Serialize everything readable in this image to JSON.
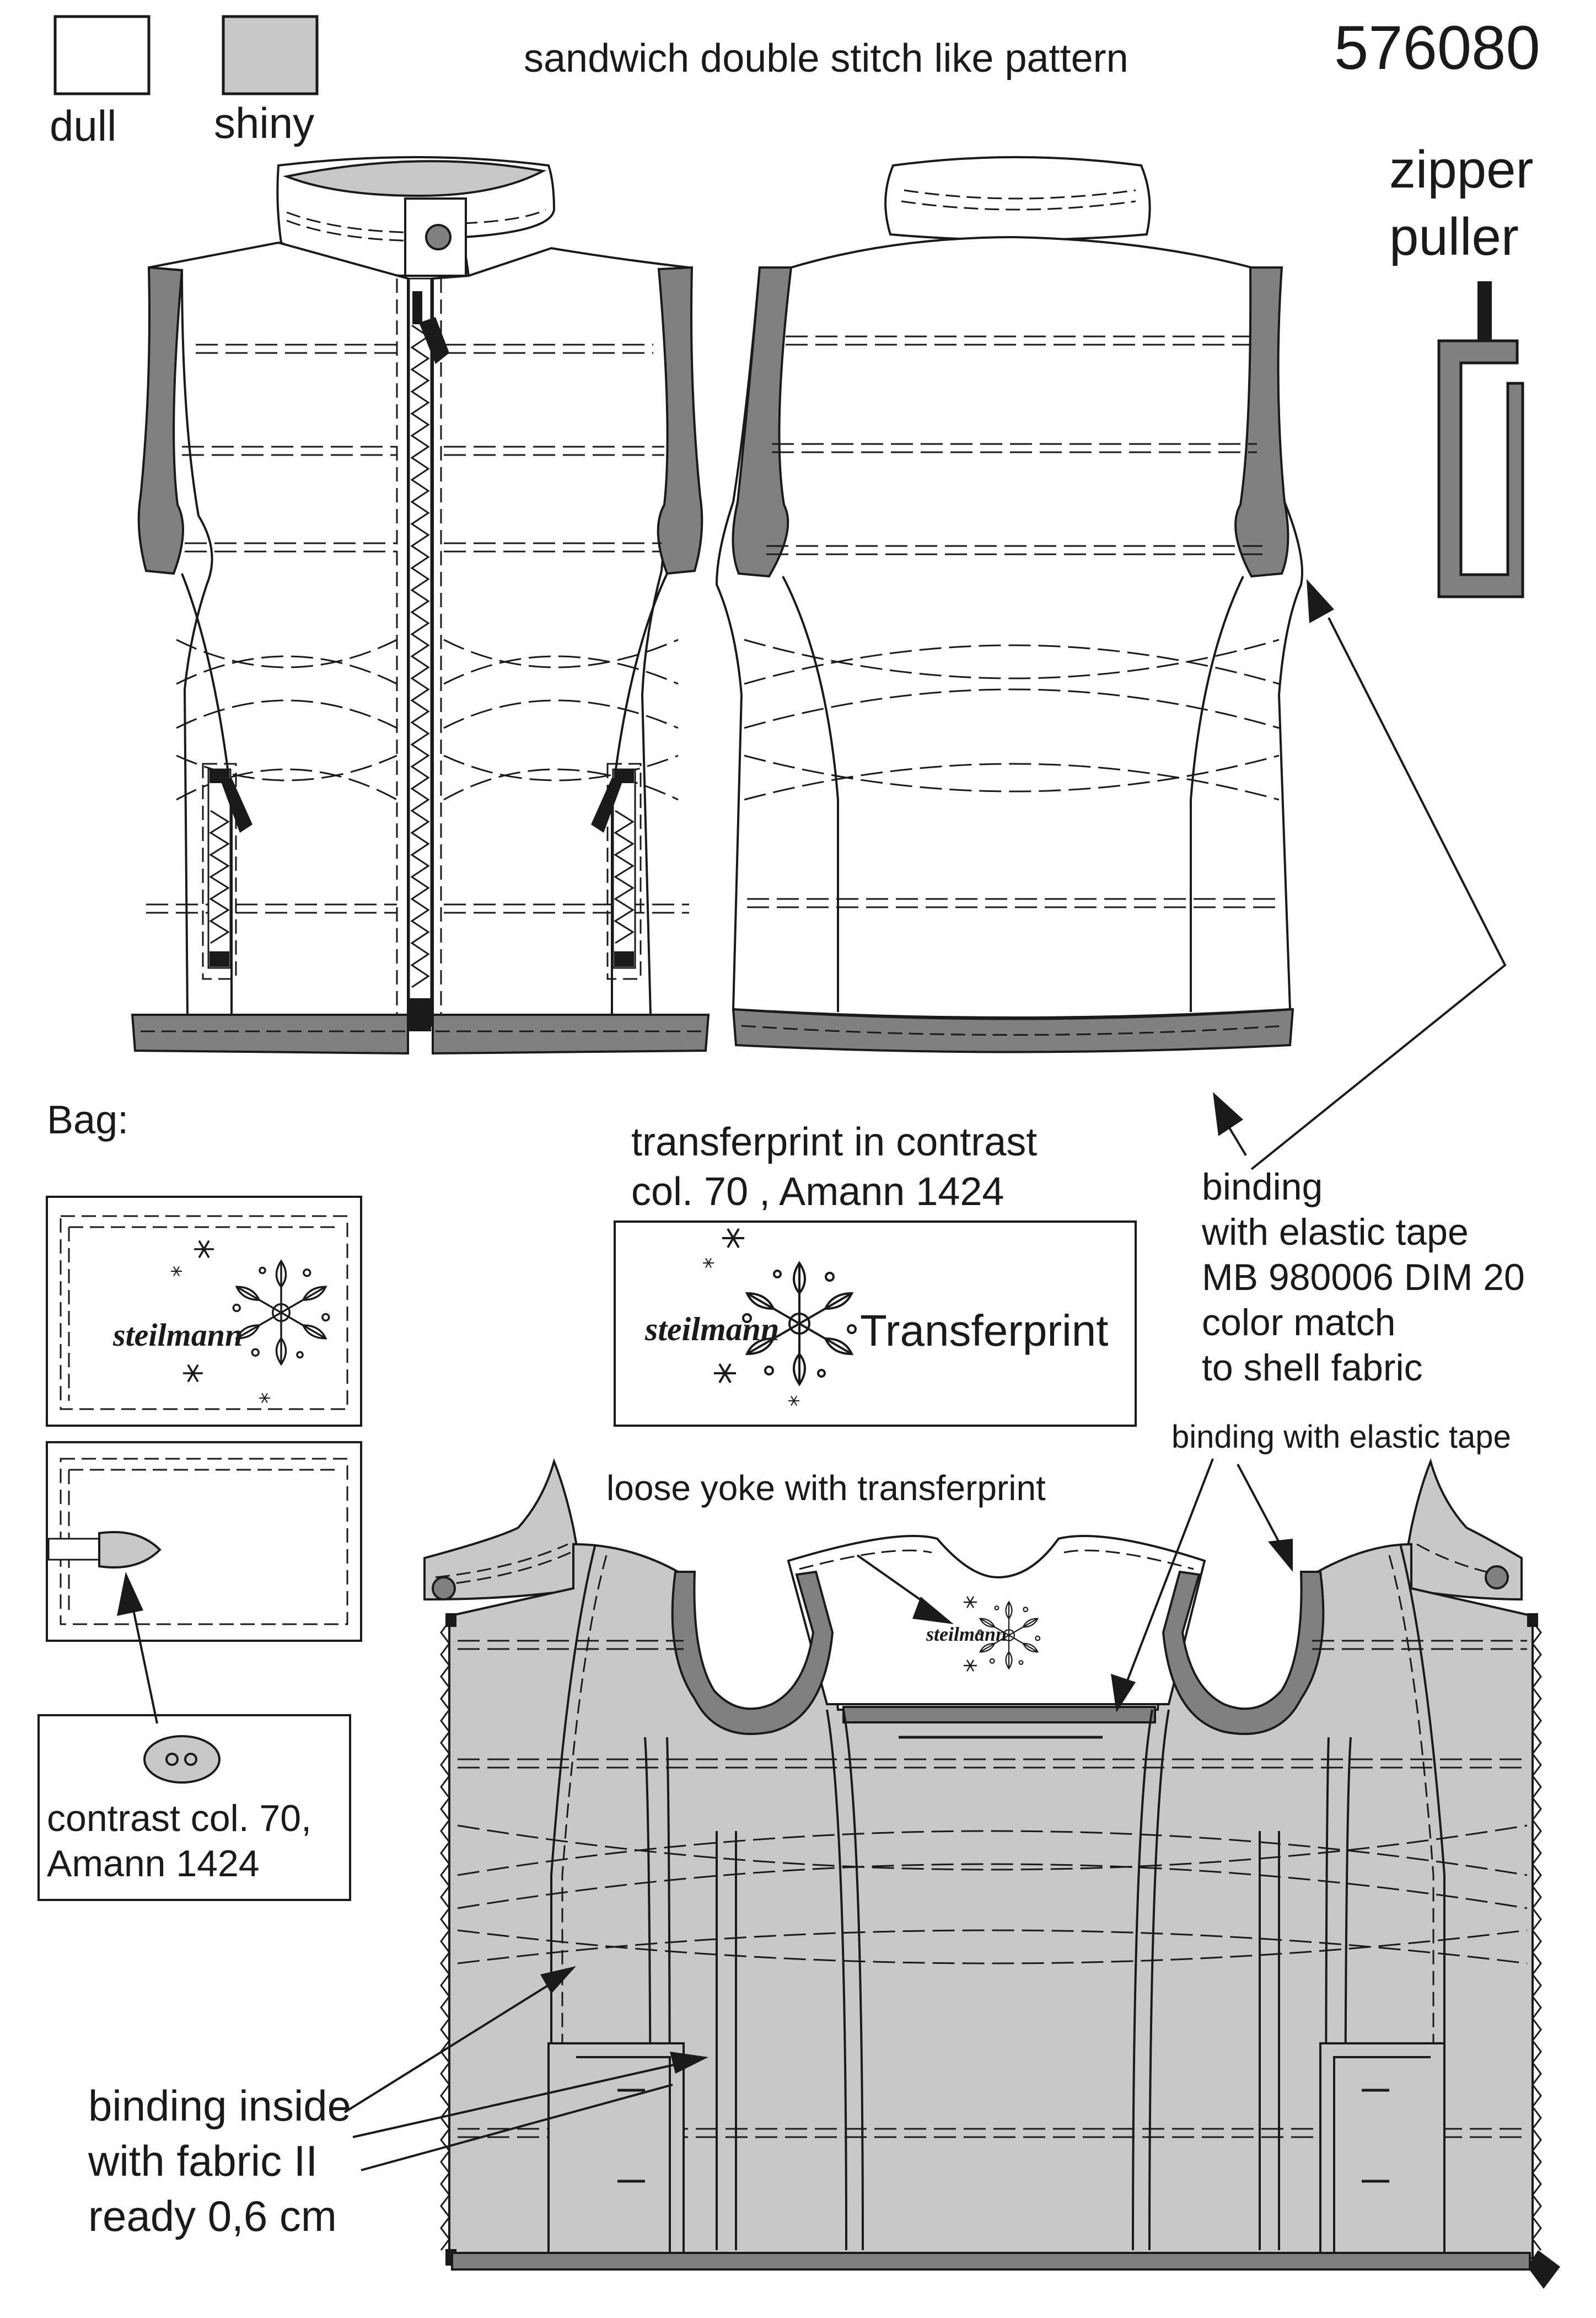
{
  "header": {
    "style_number": "576080",
    "stitch_note": "sandwich double stitch like pattern",
    "legend": [
      {
        "label": "dull",
        "color": "#ffffff"
      },
      {
        "label": "shiny",
        "color": "#c8c8c8"
      }
    ]
  },
  "zipper_puller": {
    "label_line1": "zipper",
    "label_line2": "puller"
  },
  "bag": {
    "title": "Bag:",
    "brand": "steilmann",
    "contrast_line1": "contrast col. 70,",
    "contrast_line2": "Amann 1424"
  },
  "transferprint": {
    "heading_line1": "transferprint in contrast",
    "heading_line2": "col. 70 , Amann 1424",
    "brand": "steilmann",
    "label": "Transferprint"
  },
  "notes": {
    "binding_lines": [
      "binding",
      "with elastic tape",
      "MB 980006  DIM 20",
      "color match",
      "to shell fabric"
    ],
    "binding_elastic": "binding with elastic tape",
    "loose_yoke": "loose yoke with transferprint",
    "binding_inside_lines": [
      "binding inside",
      "with fabric II",
      "ready 0,6 cm"
    ],
    "yoke_brand": "steilmann"
  },
  "colors": {
    "line": "#1a1a1a",
    "shell_dull": "#ffffff",
    "lining_shiny": "#c8c8c8",
    "binding": "#808080",
    "zipper_tape": "#1a1a1a"
  },
  "icons": [
    "snowflake-icon",
    "zipper-puller-icon",
    "toggle-button-icon",
    "arrow-icon"
  ]
}
